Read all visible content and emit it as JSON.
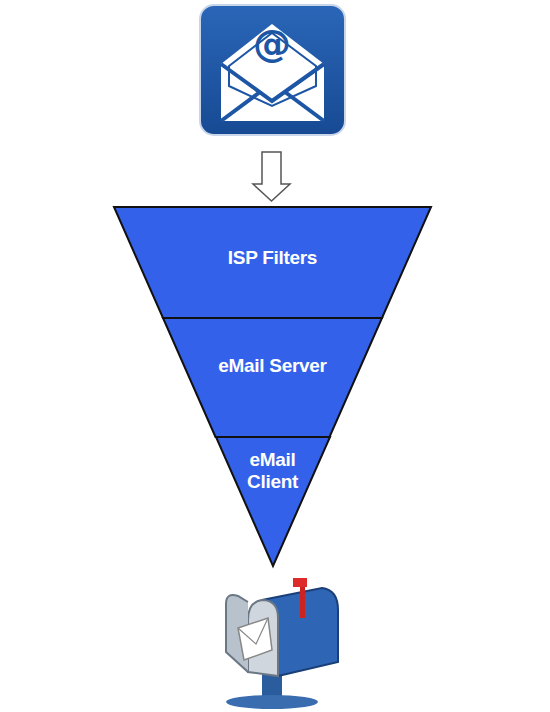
{
  "diagram": {
    "nodes": [
      {
        "text": [
          "ISP Filters"
        ]
      },
      {
        "text": [
          "eMail Server"
        ]
      },
      {
        "text": [
          "eMail Client"
        ]
      }
    ],
    "labels": [
      "@"
    ]
  }
}
